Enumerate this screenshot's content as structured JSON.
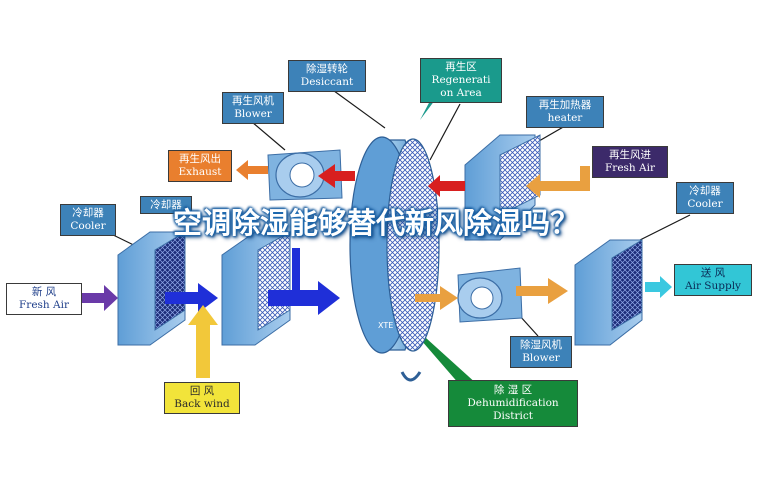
{
  "labels": {
    "desiccant": {
      "cn": "除湿转轮",
      "en": "Desiccant"
    },
    "regeneration": {
      "cn": "再生区",
      "en1": "Regenerati",
      "en2": "on Area"
    },
    "regen_blower": {
      "cn": "再生风机",
      "en": "Blower"
    },
    "regen_heater": {
      "cn": "再生加热器",
      "en": "heater"
    },
    "exhaust": {
      "cn": "再生风出",
      "en": "Exhaust"
    },
    "regen_fresh": {
      "cn": "再生风进",
      "en": "Fresh Air"
    },
    "cooler_left": {
      "cn": "冷却器",
      "en": "Cooler"
    },
    "cooler_left2": {
      "cn": "冷却器"
    },
    "cooler_right": {
      "cn": "冷却器",
      "en": "Cooler"
    },
    "fresh_air": {
      "cn": "新 风",
      "en": "Fresh Air"
    },
    "air_supply": {
      "cn": "送 风",
      "en": "Air Supply"
    },
    "dehum_blower": {
      "cn": "除湿风机",
      "en": "Blower"
    },
    "back_wind": {
      "cn": "回 风",
      "en": "Back wind"
    },
    "dehum_district": {
      "cn": "除 湿 区",
      "en1": "Dehumidification",
      "en2": "District"
    }
  },
  "wheel_mark": "XTE",
  "title": "空调除湿能够替代新风除湿吗？",
  "colors": {
    "box_blue": "#3d82b8",
    "box_teal": "#1a9a8c",
    "box_orange": "#e97f2e",
    "box_purple": "#3c2a6a",
    "box_cyan": "#32c6d6",
    "box_yellow": "#f2e43a",
    "box_green": "#158a3a",
    "arrow_blue": "#1f2fd8",
    "arrow_red": "#d81f1f",
    "arrow_orange": "#e9a040",
    "arrow_purple": "#6a3aa8",
    "arrow_yellow": "#f2c83a",
    "arrow_cyan": "#3ac8e0",
    "title_glow": "#1f6fb8"
  }
}
